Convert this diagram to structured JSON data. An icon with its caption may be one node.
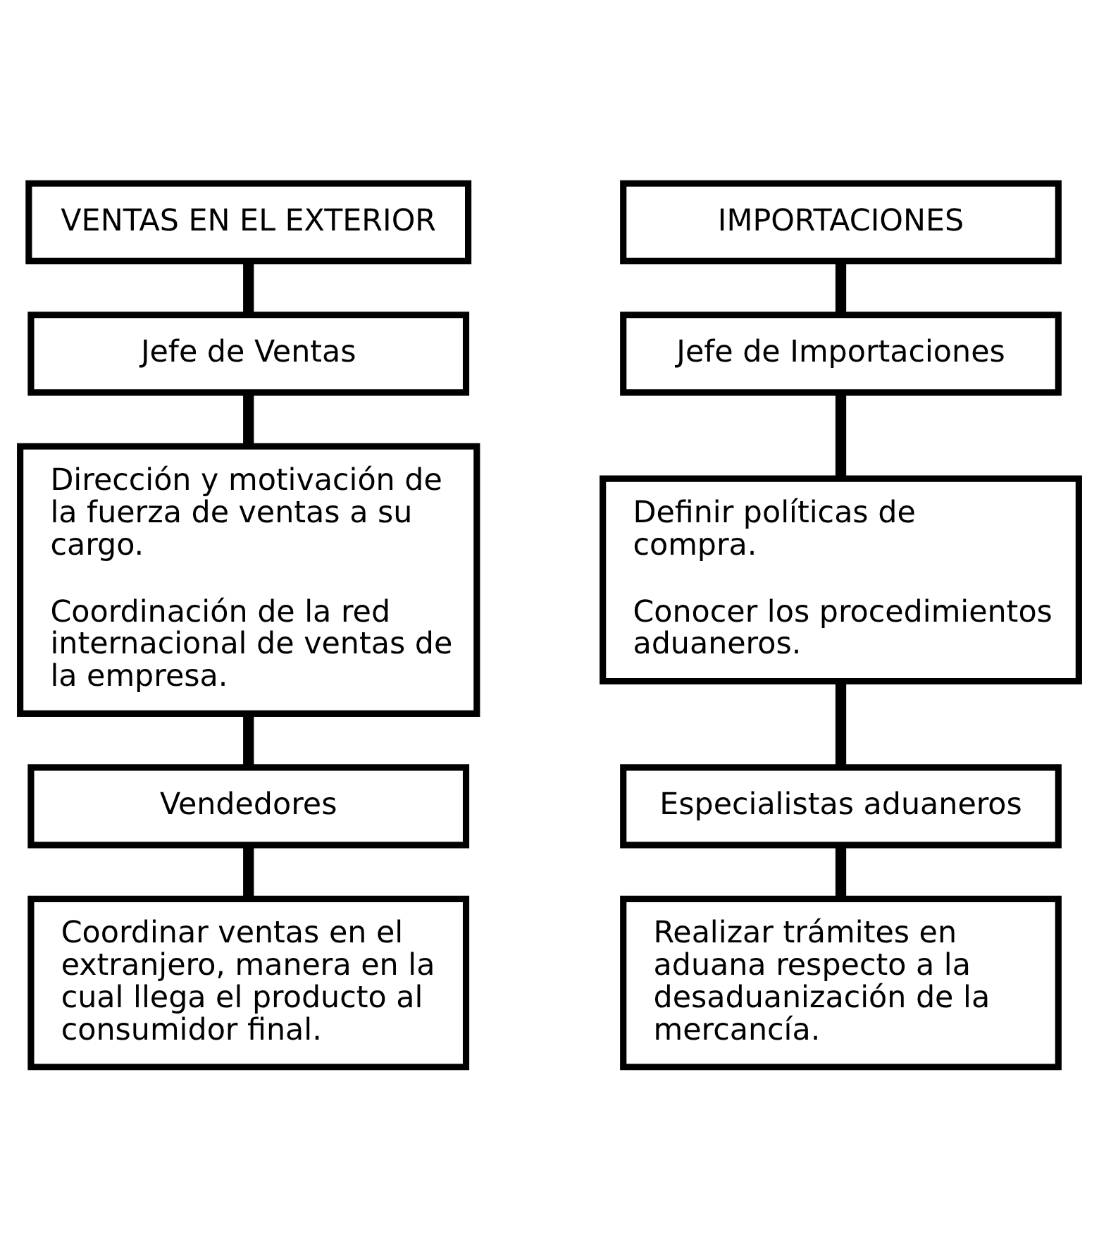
{
  "diagram": {
    "nodes": [
      {
        "text": [
          "VENTAS EN EL EXTERIOR"
        ]
      },
      {
        "text": [
          "Jefe de Ventas"
        ]
      },
      {
        "text": [
          "Dirección y motivación de la fuerza de ventas a su cargo.",
          "Coordinación de la red internacional de ventas de la empresa."
        ]
      },
      {
        "text": [
          "Vendedores"
        ]
      },
      {
        "text": [
          "Coordinar ventas en el extranjero, manera en la cual llega el producto al consumidor final."
        ]
      },
      {
        "text": [
          "IMPORTACIONES"
        ]
      },
      {
        "text": [
          "Jefe de Importaciones"
        ]
      },
      {
        "text": [
          "Definir políticas de compra.",
          "Conocer los procedimientos aduaneros."
        ]
      },
      {
        "text": [
          "Especialistas aduaneros"
        ]
      },
      {
        "text": [
          "Realizar trámites en aduana respecto a la desaduanización de la mercancía."
        ]
      }
    ],
    "edges": [
      {
        "from": 0,
        "to": 1,
        "arrow": "none"
      },
      {
        "from": 1,
        "to": 2,
        "arrow": "none"
      },
      {
        "from": 2,
        "to": 3,
        "arrow": "none"
      },
      {
        "from": 3,
        "to": 4,
        "arrow": "none"
      },
      {
        "from": 5,
        "to": 6,
        "arrow": "none"
      },
      {
        "from": 6,
        "to": 7,
        "arrow": "none"
      },
      {
        "from": 7,
        "to": 8,
        "arrow": "none"
      },
      {
        "from": 8,
        "to": 9,
        "arrow": "none"
      }
    ]
  }
}
